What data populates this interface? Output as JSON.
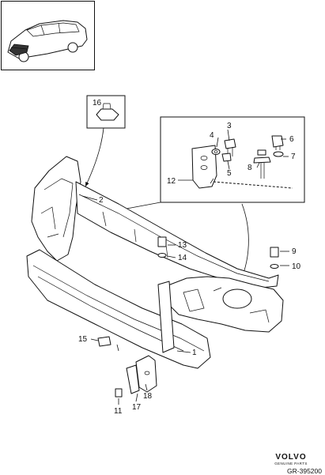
{
  "diagram": {
    "callouts": [
      {
        "n": "1"
      },
      {
        "n": "2"
      },
      {
        "n": "3"
      },
      {
        "n": "4"
      },
      {
        "n": "5"
      },
      {
        "n": "6"
      },
      {
        "n": "7"
      },
      {
        "n": "8"
      },
      {
        "n": "9"
      },
      {
        "n": "10"
      },
      {
        "n": "11"
      },
      {
        "n": "12"
      },
      {
        "n": "13"
      },
      {
        "n": "14"
      },
      {
        "n": "15"
      },
      {
        "n": "16"
      },
      {
        "n": "17"
      },
      {
        "n": "18"
      }
    ]
  },
  "footer": {
    "brand": "VOLVO",
    "brand_sub": "GENUINE PARTS",
    "reference": "GR-395200"
  }
}
